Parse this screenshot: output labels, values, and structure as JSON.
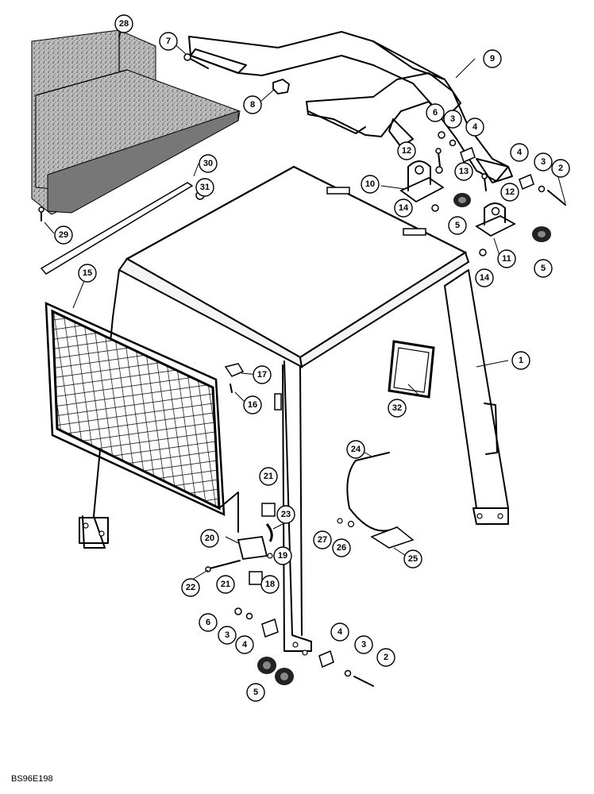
{
  "diagram": {
    "drawing_code": "BS96E198",
    "callouts": [
      "1",
      "2",
      "3",
      "4",
      "5",
      "6",
      "7",
      "8",
      "9",
      "10",
      "11",
      "12",
      "13",
      "14",
      "15",
      "16",
      "17",
      "18",
      "19",
      "20",
      "21",
      "22",
      "23",
      "24",
      "25",
      "26",
      "27",
      "28",
      "29",
      "30",
      "31",
      "32"
    ]
  }
}
